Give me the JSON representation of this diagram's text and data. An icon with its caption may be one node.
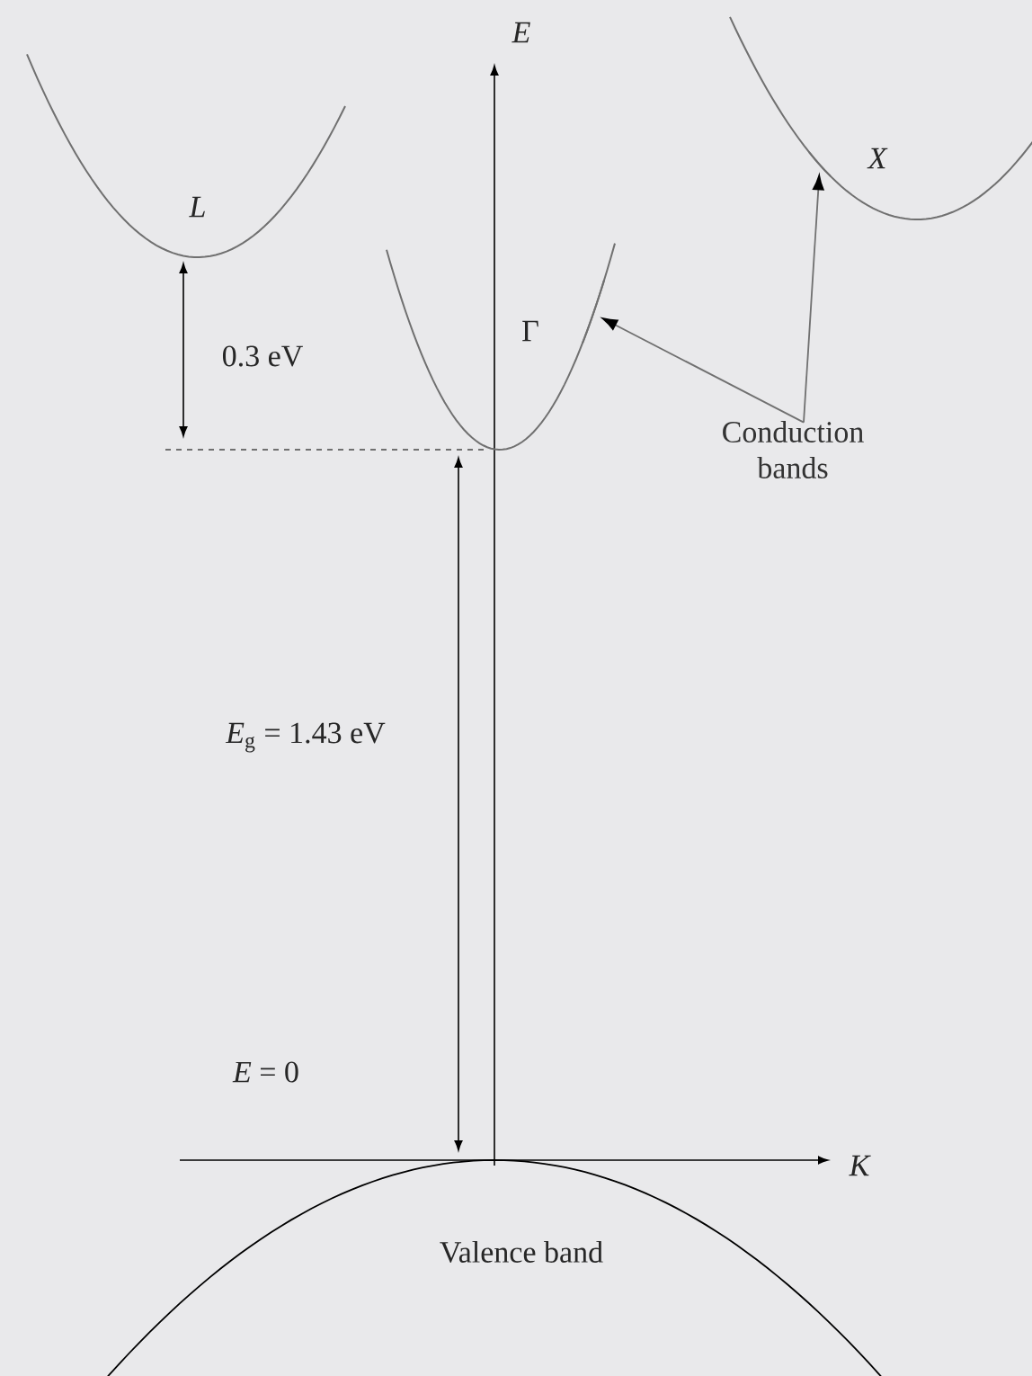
{
  "diagram": {
    "nodes": [
      {
        "text": [
          "Conduction bands"
        ]
      },
      {
        "text": [],
        "shape": "curve"
      },
      {
        "text": [],
        "shape": "curve"
      }
    ],
    "edges": [
      {
        "from": 0,
        "to": 1,
        "arrow": "to"
      },
      {
        "from": 0,
        "to": 2,
        "arrow": "to"
      }
    ],
    "labels": [
      "E",
      "L",
      "X",
      "Γ",
      "0.3 eV",
      "*E*$_{g}$ = 1.43 eV",
      "*E* = 0",
      "K",
      "Valence band"
    ]
  }
}
